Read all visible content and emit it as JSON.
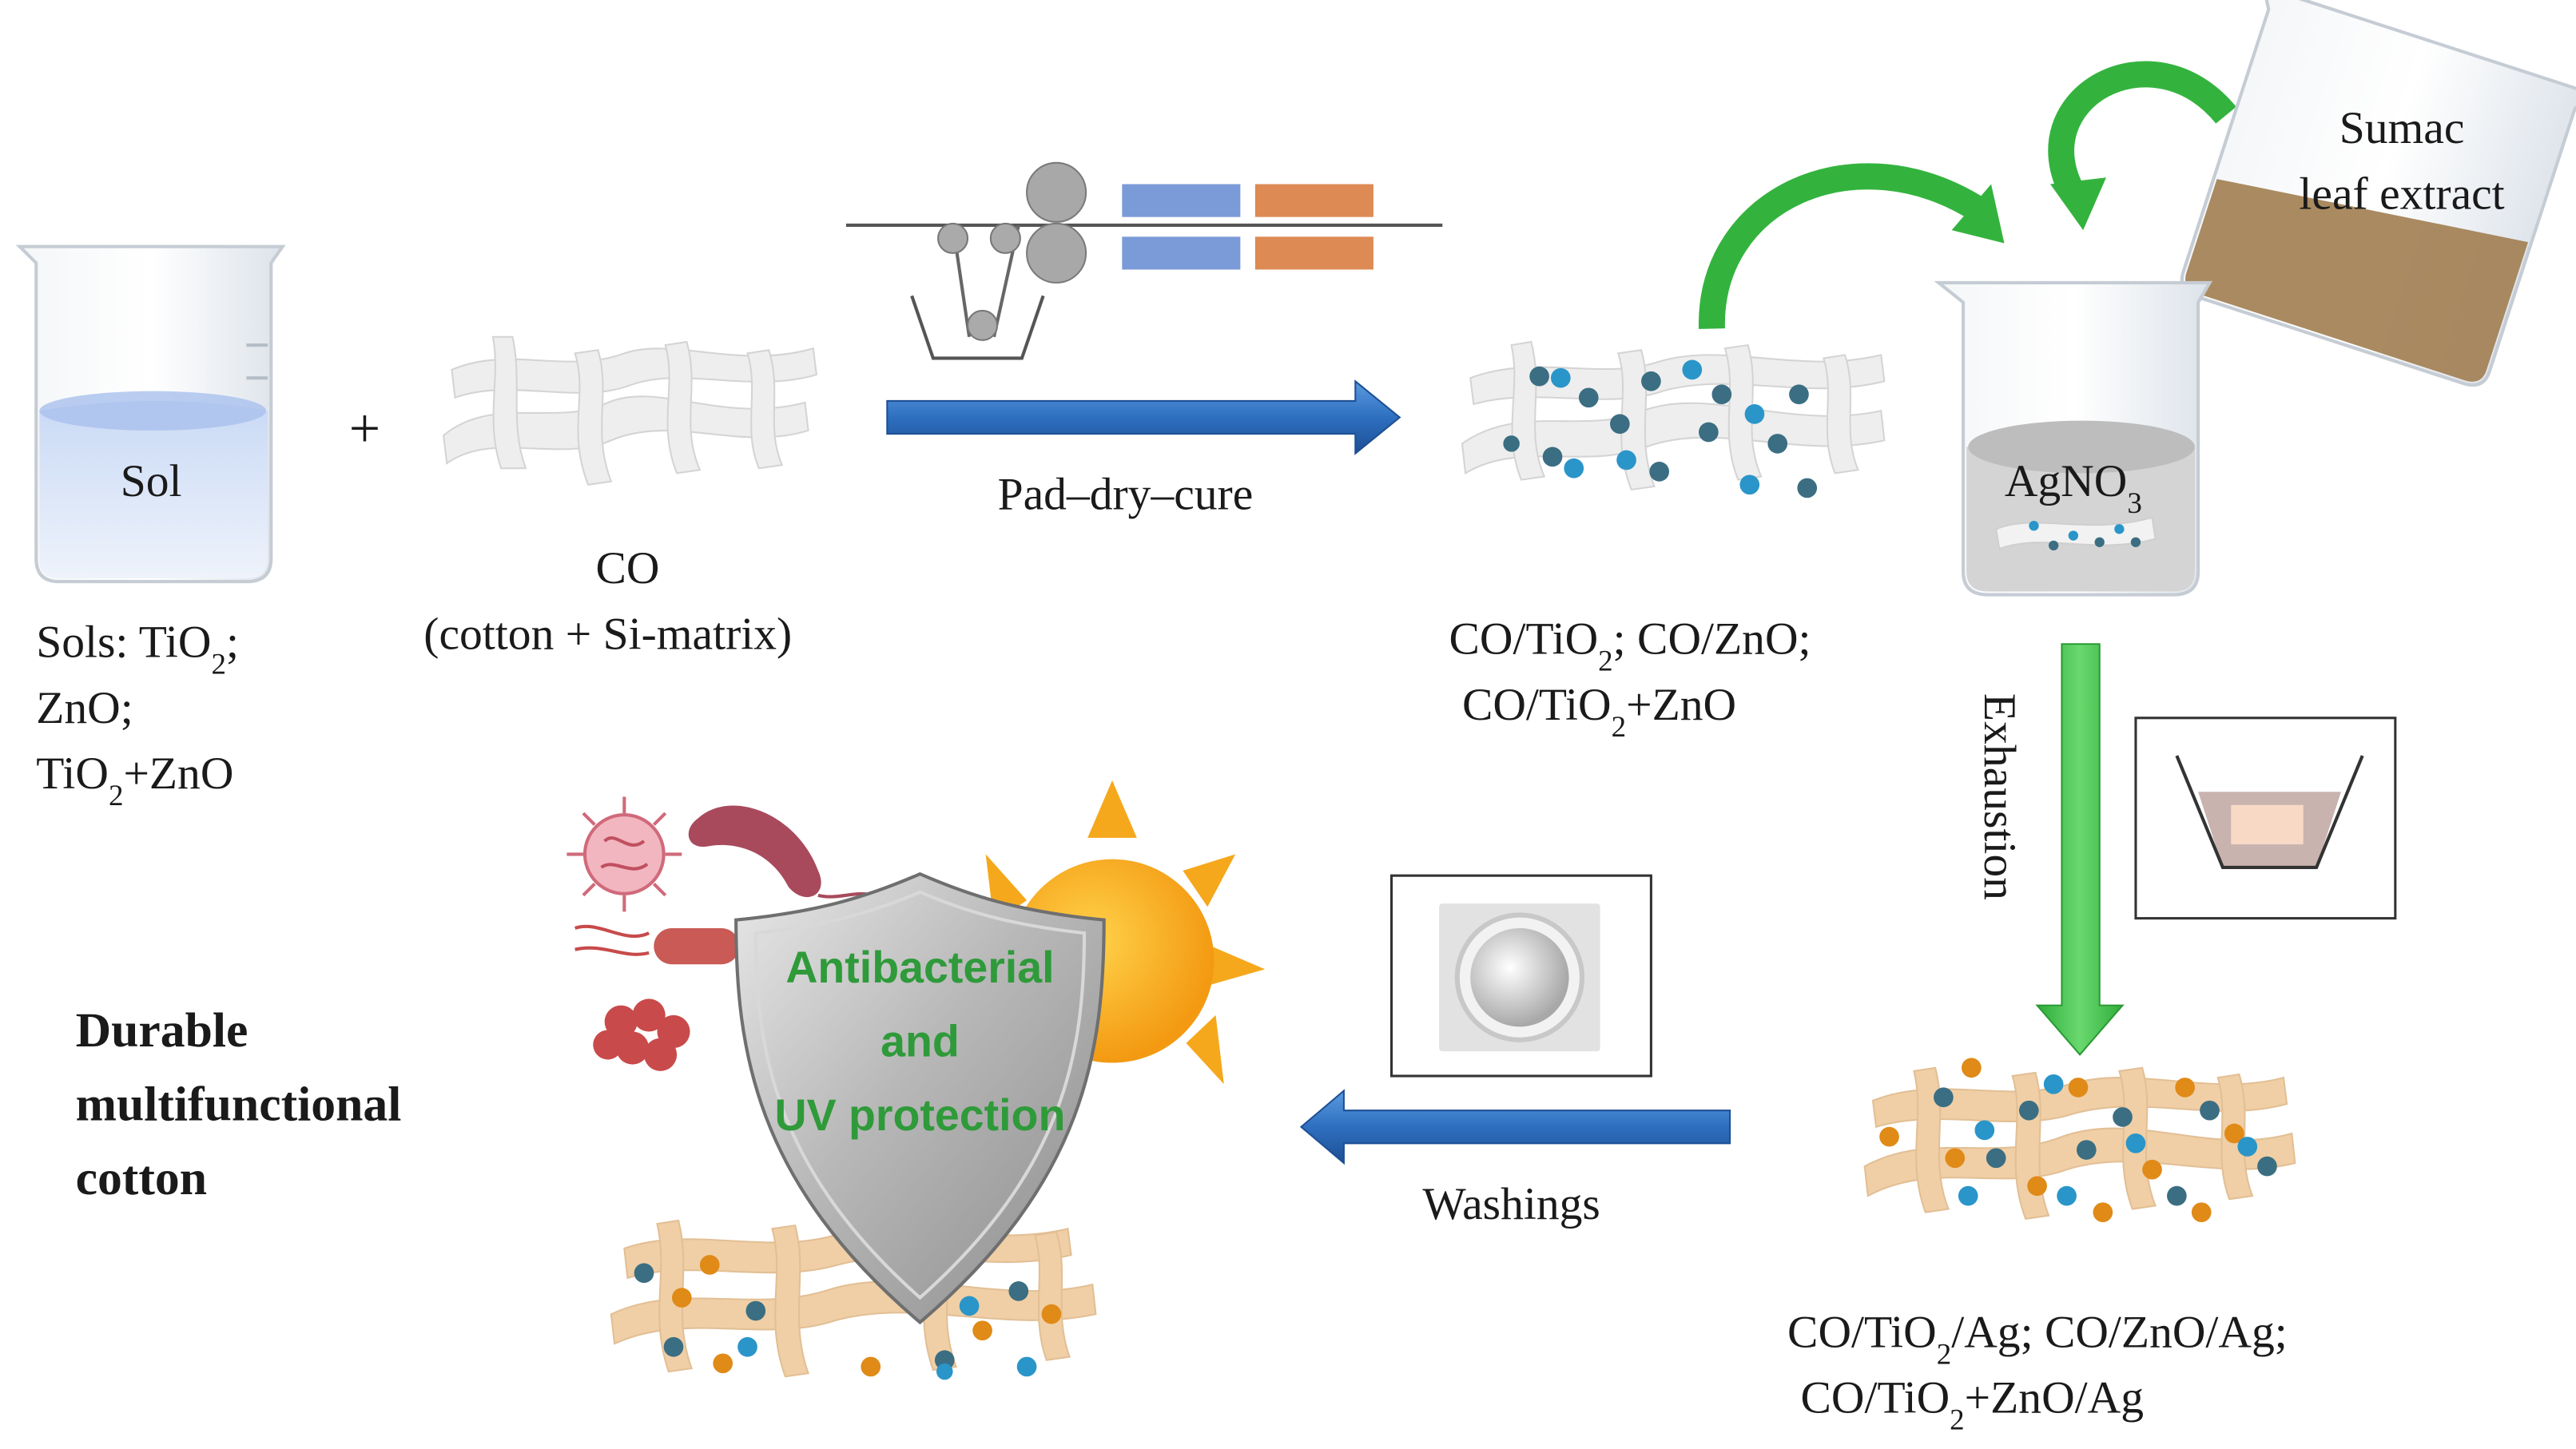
{
  "colors": {
    "blue_arrow": "#2e6fc0",
    "green_arrow": "#3fbf4a",
    "sol_liquid": "#b9cdf0",
    "sumac_liquid": "#a17d50",
    "fiber_white": "#e9e9e9",
    "fiber_tan": "#f0cfa6",
    "particle_blue": "#2a95c9",
    "particle_dark": "#3b6e82",
    "particle_orange": "#e08a18",
    "shield_text": "#2f9a3a",
    "dryer_blue": "#7b9ad8",
    "dryer_orange": "#dd8a55"
  },
  "icons": [
    "beaker-icon",
    "fabric-icon",
    "padder-icon",
    "sumac-beaker-icon",
    "agno3-beaker-icon",
    "exhaustion-bath-icon",
    "washing-machine-icon",
    "virus-icon",
    "bacteria-icon",
    "sun-icon",
    "shield-icon"
  ],
  "step1": {
    "sol_label": "Sol",
    "sols_title": "Sols: TiO",
    "sols_sub": "2",
    "sols_tail": ";",
    "line2": "ZnO;",
    "line3_a": "TiO",
    "line3_sub": "2",
    "line3_b": "+ZnO"
  },
  "plus": "+",
  "co": {
    "label": "CO",
    "sublabel": "(cotton + Si-matrix)"
  },
  "pad_arrow_label": "Pad–dry–cure",
  "coated": {
    "line1_a": "CO/TiO",
    "line1_sub": "2",
    "line1_b": "; CO/ZnO;",
    "line2_a": "CO/TiO",
    "line2_sub": "2",
    "line2_b": "+ZnO"
  },
  "sumac": {
    "line1": "Sumac",
    "line2": "leaf extract"
  },
  "agno3": {
    "text": "AgNO",
    "sub": "3"
  },
  "exhaustion_label": "Exhaustion",
  "silver": {
    "line1_a": "CO/TiO",
    "line1_sub": "2",
    "line1_b": "/Ag; CO/ZnO/Ag;",
    "line2_a": "CO/TiO",
    "line2_sub": "2",
    "line2_b": "+ZnO/Ag"
  },
  "washings_label": "Washings",
  "result": {
    "line1": "Durable",
    "line2": "multifunctional",
    "line3": "cotton"
  },
  "shield": {
    "line1": "Antibacterial",
    "line2": "and",
    "line3": "UV protection"
  }
}
